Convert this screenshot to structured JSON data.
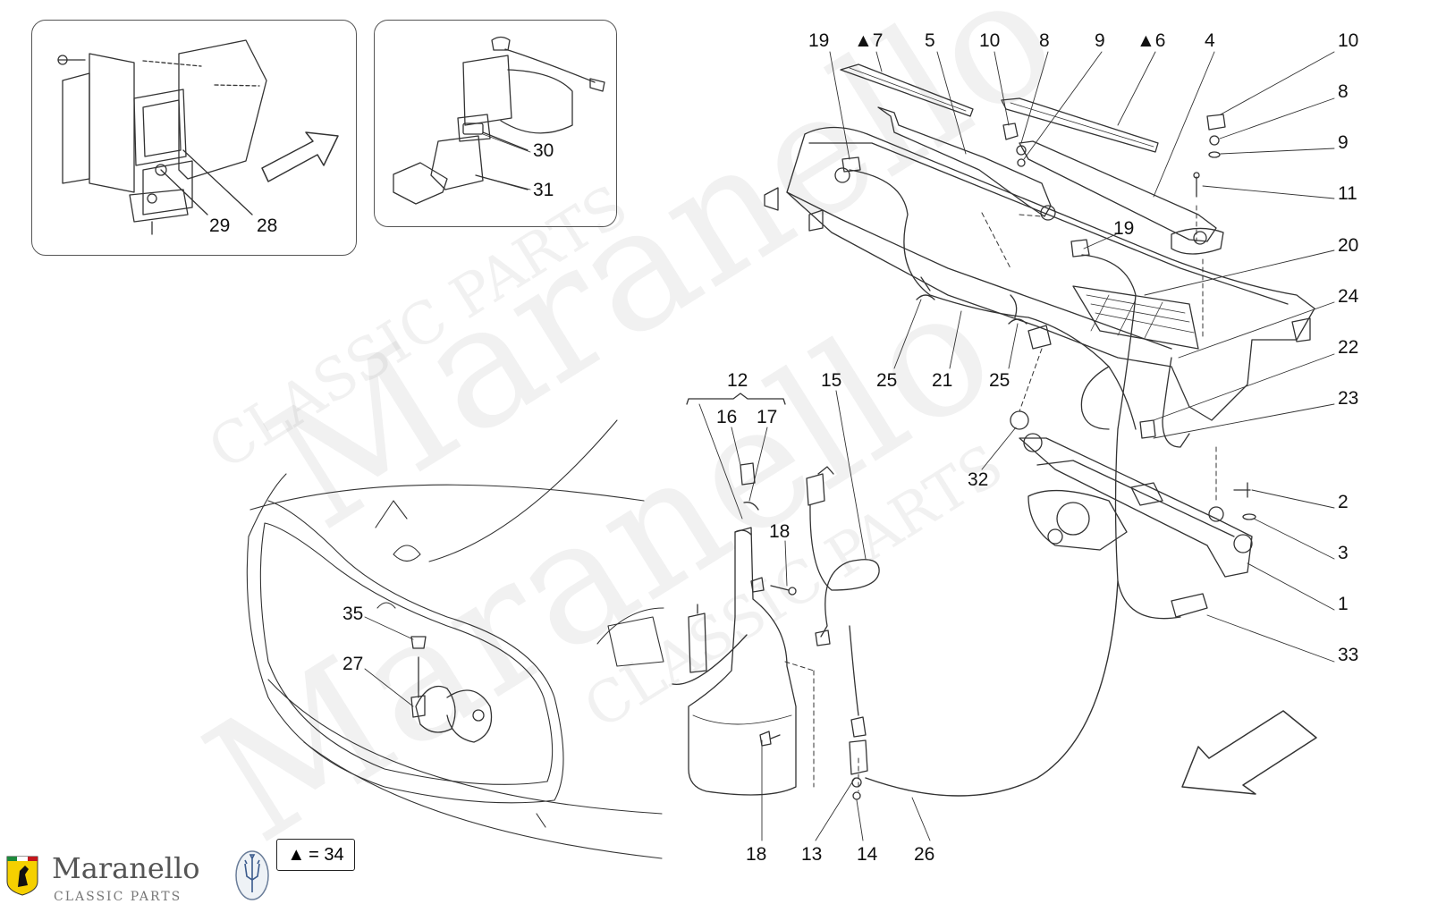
{
  "inset_left": {
    "callouts": [
      "29",
      "28"
    ]
  },
  "inset_right": {
    "callouts": [
      "30",
      "31"
    ]
  },
  "main": {
    "callouts": {
      "c19a": "19",
      "c7": "▲7",
      "c5": "5",
      "c10a": "10",
      "c8a": "8",
      "c9a": "9",
      "c6": "▲6",
      "c4": "4",
      "c10b": "10",
      "c8b": "8",
      "c9b": "9",
      "c11": "11",
      "c19b": "19",
      "c20": "20",
      "c24": "24",
      "c22": "22",
      "c23": "23",
      "c25a": "25",
      "c21": "21",
      "c25b": "25",
      "c15": "15",
      "c12": "12",
      "c16": "16",
      "c17": "17",
      "c18a": "18",
      "c32": "32",
      "c2": "2",
      "c3": "3",
      "c1": "1",
      "c33": "33",
      "c35": "35",
      "c27": "27",
      "c18b": "18",
      "c13": "13",
      "c14": "14",
      "c26": "26"
    }
  },
  "legend": {
    "marker": "▲",
    "text": "= 34"
  },
  "branding": {
    "name": "Maranello",
    "subtitle": "CLASSIC PARTS",
    "watermark_1": "Maranello",
    "watermark_2": "CLASSIC PARTS"
  }
}
